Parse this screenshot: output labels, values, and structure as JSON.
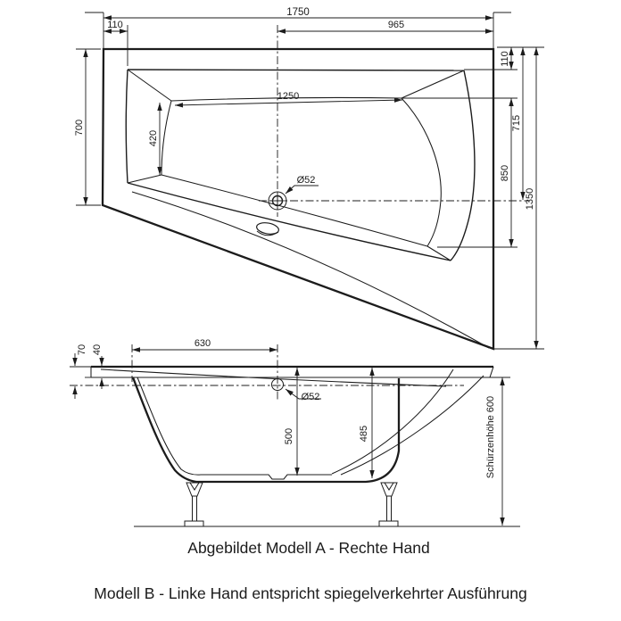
{
  "drawing": {
    "plan": {
      "width_total": "1750",
      "rim_left": "110",
      "width_right_half": "965",
      "height_left": "700",
      "basin_width_left": "420",
      "basin_length": "1250",
      "drain_diameter": "Ø52",
      "rim_right": "110",
      "top_to_center": "715",
      "basin_right_length": "850",
      "height_total": "1350"
    },
    "side": {
      "drain_offset": "630",
      "rim_drop": "70",
      "rim_thickness": "40",
      "drain_diameter": "Ø52",
      "depth_at_drain": "500",
      "depth_at_back": "485",
      "apron_height": "Schürzenhöhe 600"
    },
    "captions": {
      "model_a": "Abgebildet Modell A - Rechte Hand",
      "model_b": "Modell B - Linke Hand entspricht spiegelverkehrter Ausführung"
    }
  }
}
